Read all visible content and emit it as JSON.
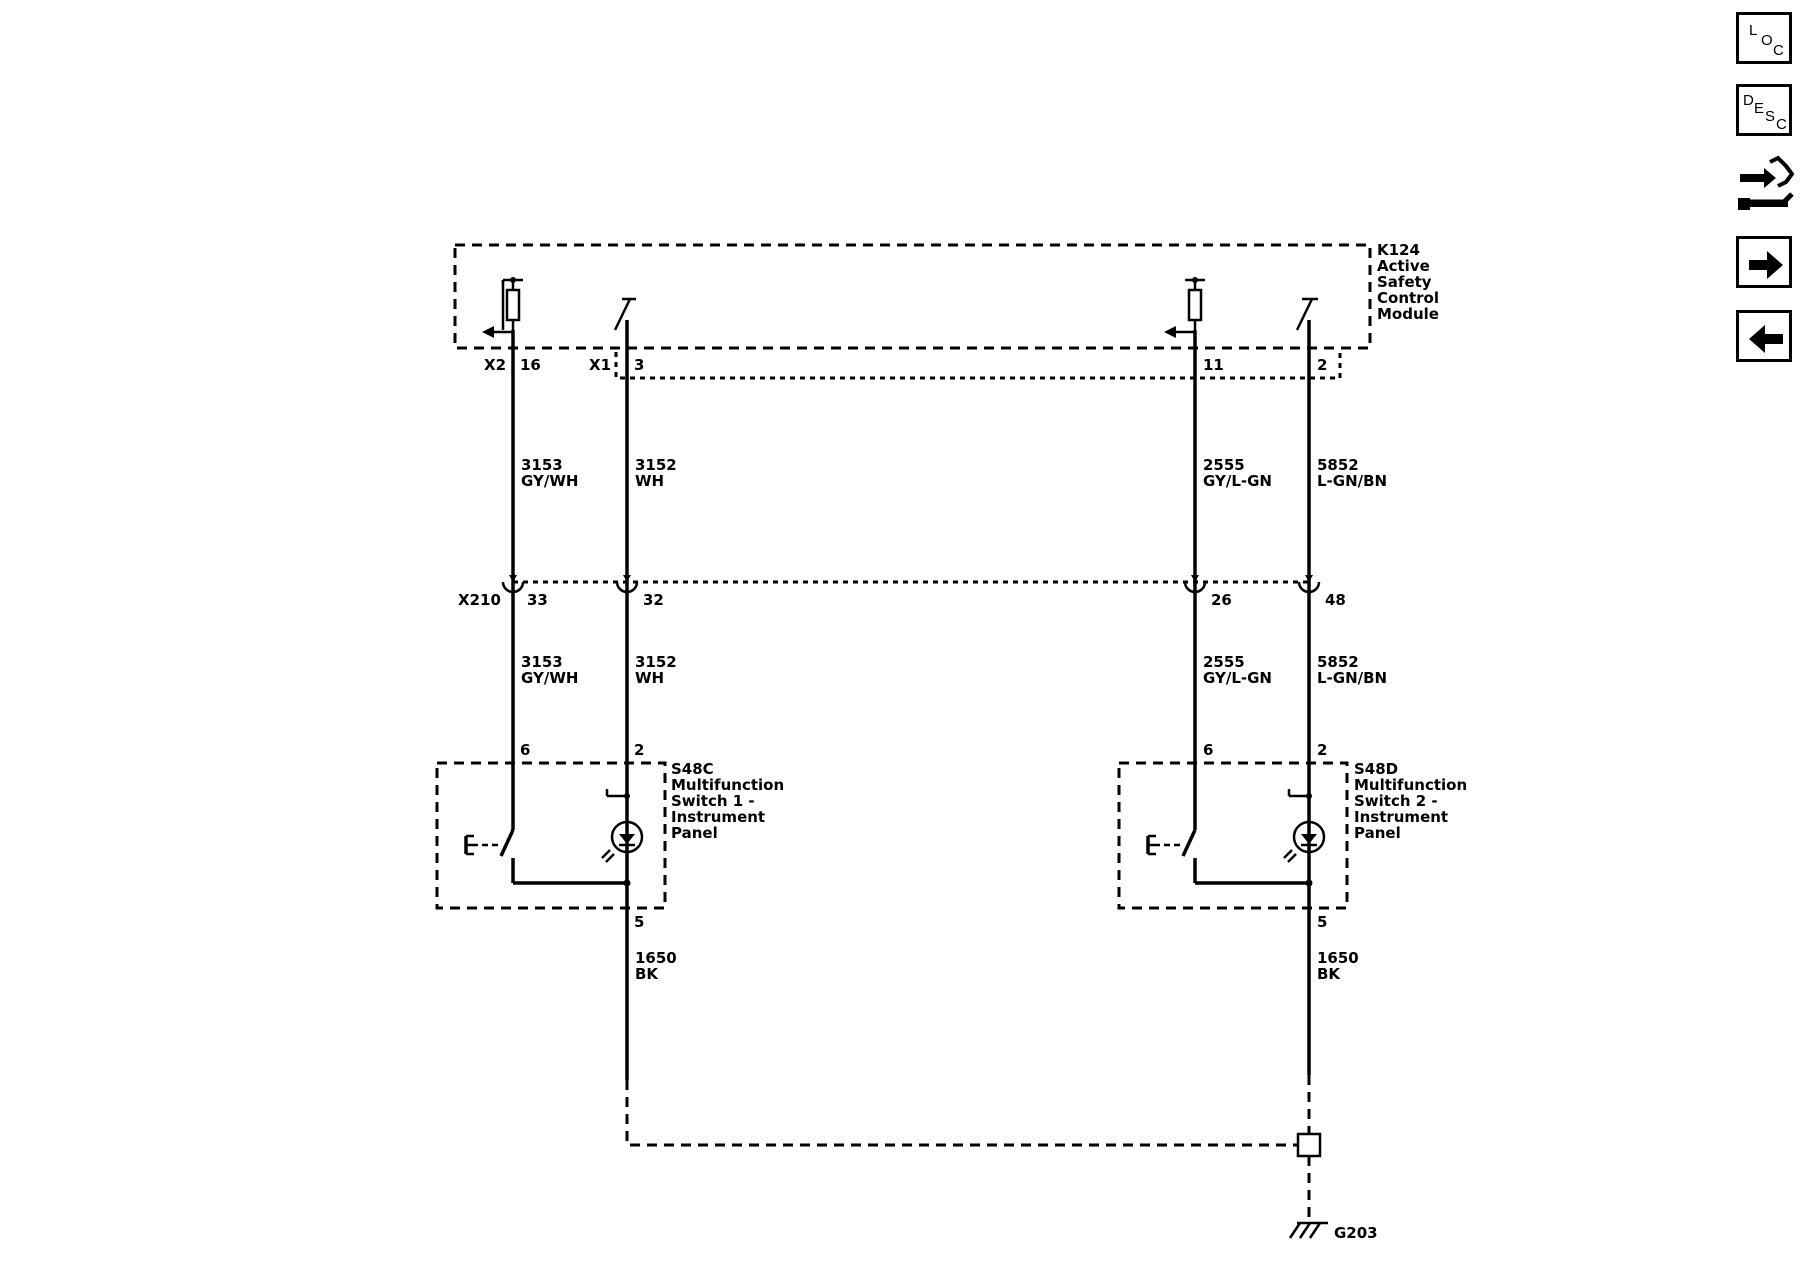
{
  "module": {
    "id": "K124",
    "lines": [
      "Active",
      "Safety",
      "Control",
      "Module"
    ]
  },
  "connectors": {
    "x2": "X2",
    "x1": "X1",
    "x210": "X210"
  },
  "module_pins": [
    "16",
    "3",
    "11",
    "2"
  ],
  "wires_upper": [
    {
      "circuit": "3153",
      "color": "GY/WH"
    },
    {
      "circuit": "3152",
      "color": "WH"
    },
    {
      "circuit": "2555",
      "color": "GY/L-GN"
    },
    {
      "circuit": "5852",
      "color": "L-GN/BN"
    }
  ],
  "inline_pins": [
    "33",
    "32",
    "26",
    "48"
  ],
  "wires_lower": [
    {
      "circuit": "3153",
      "color": "GY/WH"
    },
    {
      "circuit": "3152",
      "color": "WH"
    },
    {
      "circuit": "2555",
      "color": "GY/L-GN"
    },
    {
      "circuit": "5852",
      "color": "L-GN/BN"
    }
  ],
  "switch_left": {
    "id": "S48C",
    "lines": [
      "Multifunction",
      "Switch 1 -",
      "Instrument",
      "Panel"
    ],
    "pin_a": "6",
    "pin_b": "2",
    "pin_ground": "5"
  },
  "switch_right": {
    "id": "S48D",
    "lines": [
      "Multifunction",
      "Switch 2 -",
      "Instrument",
      "Panel"
    ],
    "pin_a": "6",
    "pin_b": "2",
    "pin_ground": "5"
  },
  "ground_wires": [
    {
      "circuit": "1650",
      "color": "BK"
    },
    {
      "circuit": "1650",
      "color": "BK"
    }
  ],
  "ground": {
    "id": "G203"
  },
  "nav_buttons": [
    {
      "name": "loc",
      "letters": [
        "L",
        "O",
        "C"
      ]
    },
    {
      "name": "desc",
      "letters": [
        "D",
        "E",
        "S",
        "C"
      ]
    },
    {
      "name": "connector",
      "icon": "connector-icon"
    },
    {
      "name": "next",
      "icon": "arrow-right-icon"
    },
    {
      "name": "previous",
      "icon": "arrow-left-icon"
    }
  ]
}
